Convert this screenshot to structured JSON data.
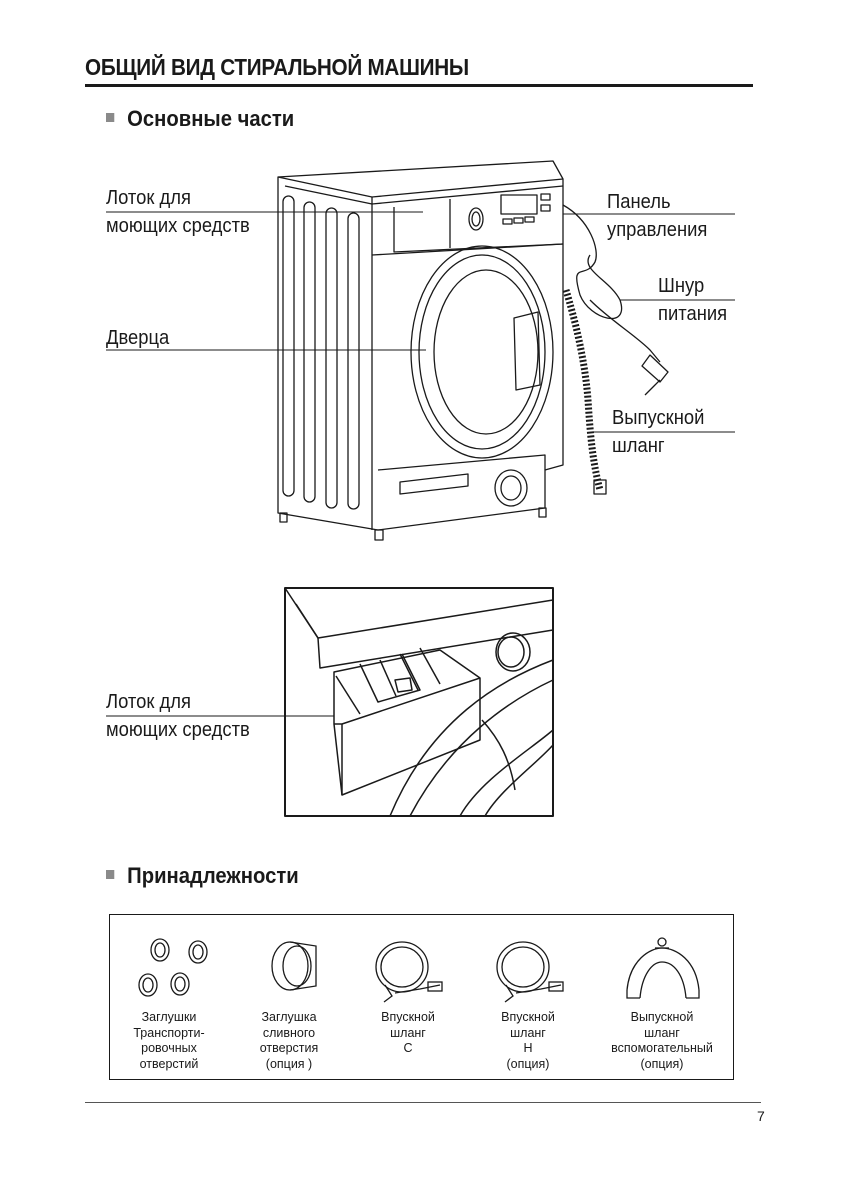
{
  "page_title": "ОБЩИЙ ВИД СТИРАЛЬНОЙ МАШИНЫ",
  "sections": {
    "main_parts": {
      "heading": "Основные части"
    },
    "accessories": {
      "heading": "Принадлежности"
    }
  },
  "labels": {
    "tray_1": {
      "line1": "Лоток для",
      "line2": "моющих средств"
    },
    "panel": {
      "line1": "Панель",
      "line2": "управления"
    },
    "cord": {
      "line1": "Шнур",
      "line2": "питания"
    },
    "door": {
      "line1": "Дверца"
    },
    "drain_hose": {
      "line1": "Выпускной",
      "line2": "шланг"
    },
    "tray_2": {
      "line1": "Лоток для",
      "line2": "моющих средств"
    }
  },
  "accessories": [
    {
      "lines": [
        "Заглушки",
        "Транспорти-",
        "ровочных",
        "отверстий"
      ]
    },
    {
      "lines": [
        "Заглушка",
        "сливного",
        "отверстия",
        "(опция )"
      ]
    },
    {
      "lines": [
        "Впускной",
        "шланг",
        "С"
      ]
    },
    {
      "lines": [
        "Впускной",
        "шланг",
        "Н",
        "(опция)"
      ]
    },
    {
      "lines": [
        "Выпускной",
        "шланг",
        "вспомогательный",
        "(опция)"
      ]
    }
  ],
  "page_number": "7",
  "colors": {
    "ink": "#1a1a1a",
    "bullet": "#8a8a8a"
  }
}
